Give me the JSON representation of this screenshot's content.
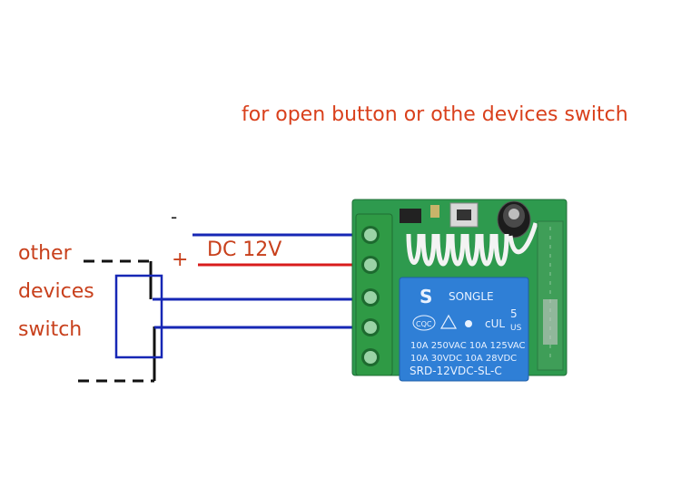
{
  "caption": "for open button or othe devices switch",
  "left_label": {
    "line1": "other",
    "line2": "devices",
    "line3": "switch"
  },
  "power": {
    "label": "DC 12V",
    "minus": "-",
    "plus": "+"
  },
  "relay": {
    "brand": "SONGLE",
    "pin_count": "5",
    "cert_left": "CQC",
    "cert_right": "US",
    "rating_1": "10A 250VAC  10A 125VAC",
    "rating_2": "10A  30VDC  10A  28VDC",
    "model": "SRD-12VDC-SL-C"
  },
  "colors": {
    "caption": "#d9401c",
    "label": "#c8401c",
    "wire_blue": "#1627b5",
    "wire_red": "#d81c1c",
    "pcb": "#2e9a4e",
    "terminal": "#2f9a45",
    "relay": "#2f7fd6"
  }
}
